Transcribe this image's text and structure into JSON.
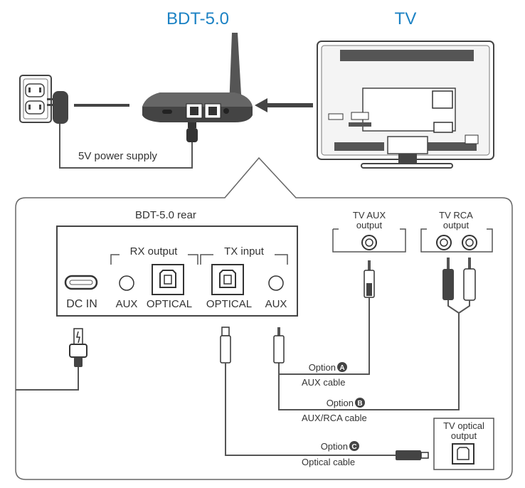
{
  "titles": {
    "device": "BDT-5.0",
    "tv": "TV"
  },
  "labels": {
    "power_supply": "5V power supply",
    "rear": "BDT-5.0 rear",
    "rx_output": "RX output",
    "tx_input": "TX input",
    "dc_in": "DC IN",
    "aux_left": "AUX",
    "optical_left": "OPTICAL",
    "optical_right": "OPTICAL",
    "aux_right": "AUX",
    "tv_aux_1": "TV AUX",
    "tv_aux_2": "output",
    "tv_rca_1": "TV RCA",
    "tv_rca_2": "output",
    "tv_optical_1": "TV optical",
    "tv_optical_2": "output"
  },
  "options": {
    "a_label": "Option",
    "a_badge": "A",
    "a_cable": "AUX cable",
    "b_label": "Option",
    "b_badge": "B",
    "b_cable": "AUX/RCA cable",
    "c_label": "Option",
    "c_badge": "C",
    "c_cable": "Optical cable"
  },
  "colors": {
    "title": "#1c82c4",
    "line": "#555555",
    "device": "#3a3a3a"
  }
}
